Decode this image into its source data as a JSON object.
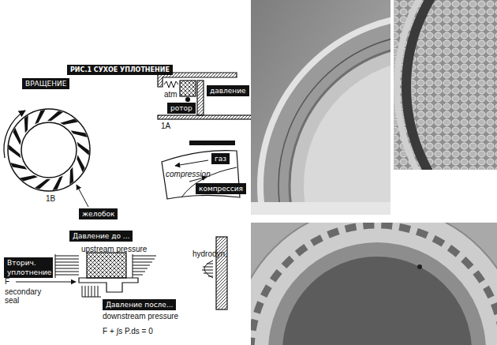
{
  "diagram": {
    "title": "РИС.1 СУХОЕ УПЛОТНЕНИЕ",
    "nodes": [
      {
        "text": [
          "ВРАЩЕНИЕ"
        ]
      },
      {
        "text": [
          "давление"
        ]
      },
      {
        "text": [
          "ротор"
        ]
      },
      {
        "text": [
          "газ"
        ]
      },
      {
        "text": [
          "компрессия"
        ]
      },
      {
        "text": [
          "желобок"
        ]
      },
      {
        "text": [
          "Давление до ..."
        ]
      },
      {
        "text": [
          "Вторич. уплотнение"
        ]
      },
      {
        "text": [
          "Давление после..."
        ]
      }
    ],
    "labels": [
      "atm",
      "1A",
      "1B",
      "compression",
      "upstream pressure",
      "hydrodyn.",
      "F",
      "secondary seal",
      "downstream pressure",
      "F + ∫s P.ds = 0"
    ]
  }
}
